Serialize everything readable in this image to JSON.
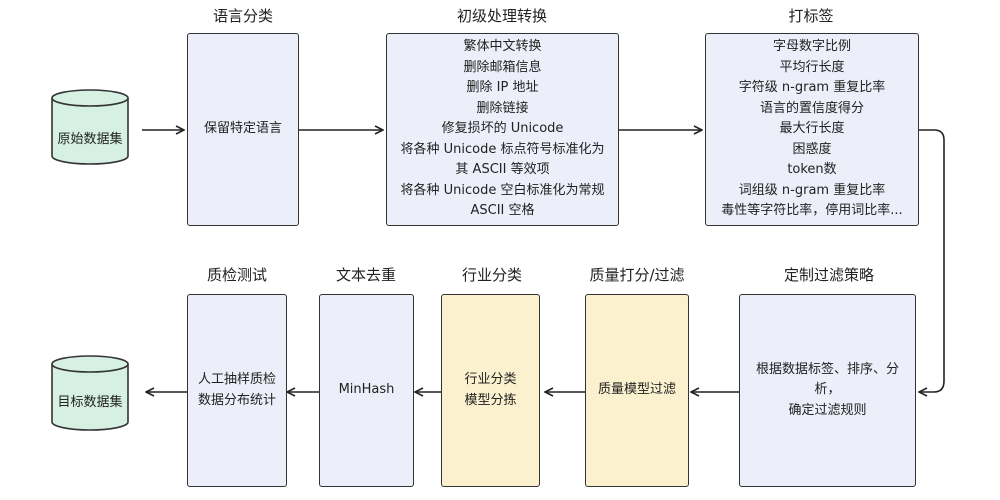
{
  "stages": {
    "lang": {
      "title": "语言分类",
      "lines": [
        "保留特定语言"
      ]
    },
    "convert": {
      "title": "初级处理转换",
      "lines": [
        "繁体中文转换",
        "删除邮箱信息",
        "删除 IP 地址",
        "删除链接",
        "修复损坏的 Unicode",
        "将各种 Unicode 标点符号标准化为",
        "其 ASCII 等效项",
        "将各种 Unicode 空白标准化为常规",
        "ASCII 空格"
      ]
    },
    "tag": {
      "title": "打标签",
      "lines": [
        "字母数字比例",
        "平均行长度",
        "字符级 n-gram 重复比率",
        "语言的置信度得分",
        "最大行长度",
        "困惑度",
        "token数",
        "词组级 n-gram 重复比率",
        "毒性等字符比率，停用词比率..."
      ]
    },
    "policy": {
      "title": "定制过滤策略",
      "lines": [
        "根据数据标签、排序、分",
        "析，",
        "确定过滤规则"
      ]
    },
    "quality": {
      "title": "质量打分/过滤",
      "lines": [
        "质量模型过滤"
      ]
    },
    "industry": {
      "title": "行业分类",
      "lines": [
        "行业分类",
        "模型分拣"
      ]
    },
    "dedup": {
      "title": "文本去重",
      "lines": [
        "MinHash"
      ]
    },
    "qa": {
      "title": "质检测试",
      "lines": [
        "人工抽样质检",
        "数据分布统计"
      ]
    }
  },
  "source": {
    "label": "原始数据集"
  },
  "target": {
    "label": "目标数据集"
  },
  "colors": {
    "box_fill": "#eceef9",
    "model_fill": "#fbf1cf",
    "cylinder_fill": "#d6f0e3",
    "stroke": "#333333"
  }
}
